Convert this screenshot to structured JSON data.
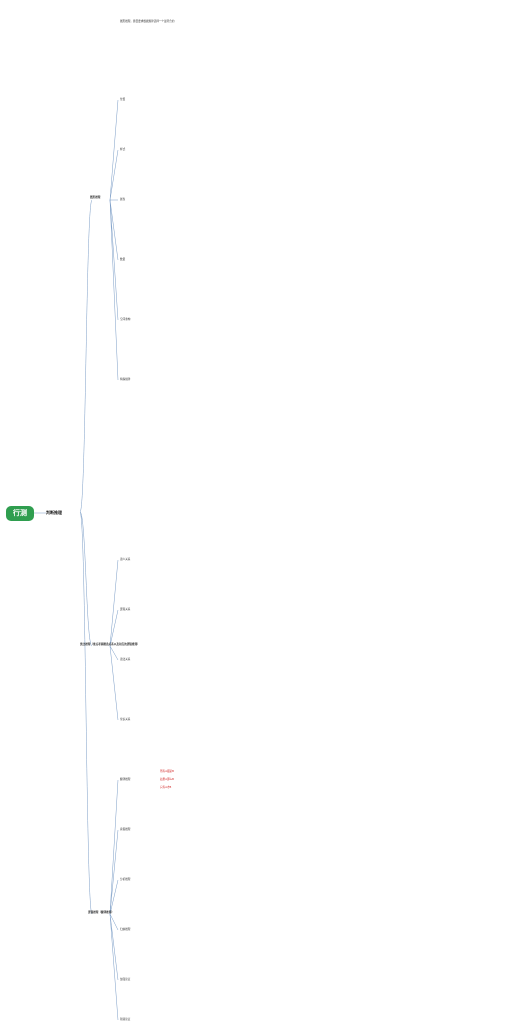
{
  "root": {
    "label": "行测"
  },
  "level1": {
    "label": "判断推理"
  },
  "branches": [
    {
      "id": "b1",
      "label": "图形推理"
    },
    {
      "id": "b2",
      "label": "类比推理（重点考察概念关系以及对应的逻辑推理）"
    },
    {
      "id": "b3",
      "label": "逻辑推理（翻译推理）"
    }
  ],
  "nodes": {
    "b1_top": "图形推理，题目要求根据规律选择一个最符合的",
    "b1_a": "位置",
    "b1_b": "样式",
    "b1_c": "属性",
    "b1_d": "数量",
    "b1_e": "空间重构",
    "b1_f": "特殊规律",
    "b2_a": "语义关系",
    "b2_b": "逻辑关系",
    "b2_c": "语法关系",
    "b2_d": "常识关系",
    "b3_a": "翻译推理",
    "b3_b": "真假推理",
    "b3_c": "分析推理",
    "b3_d": "归纳推理",
    "b3_e": "加强论证",
    "b3_f": "削弱论证",
    "b3_red1": "所有A都是B",
    "b3_red2": "如果A那么B",
    "b3_red3": "只有A才B"
  },
  "colors": {
    "root": "#2f9e4f",
    "line": "#7a9cc6",
    "red": "#d02020"
  }
}
